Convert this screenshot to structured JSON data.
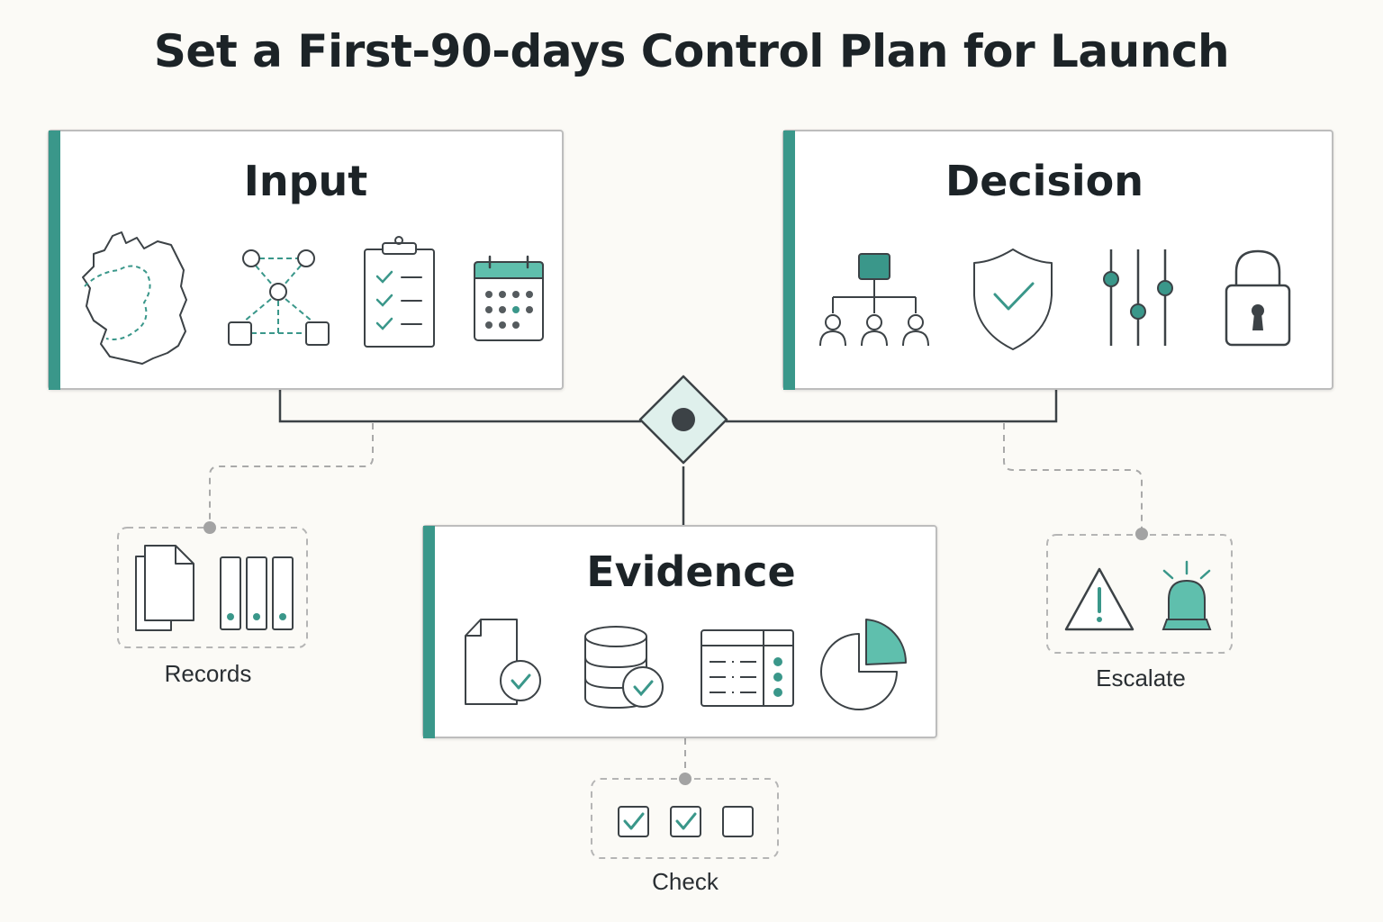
{
  "title": "Set a First-90-days Control Plan for Launch",
  "panels": {
    "input": {
      "title": "Input",
      "icons": [
        "germany-map-icon",
        "network-graph-icon",
        "checklist-clipboard-icon",
        "calendar-icon"
      ]
    },
    "decision": {
      "title": "Decision",
      "icons": [
        "org-chart-icon",
        "shield-check-icon",
        "sliders-icon",
        "padlock-icon"
      ]
    },
    "evidence": {
      "title": "Evidence",
      "icons": [
        "document-check-icon",
        "database-check-icon",
        "spreadsheet-icon",
        "pie-chart-icon"
      ]
    }
  },
  "satellites": {
    "records": {
      "label": "Records",
      "icons": [
        "documents-icon",
        "binders-icon"
      ]
    },
    "escalate": {
      "label": "Escalate",
      "icons": [
        "warning-icon",
        "alarm-siren-icon"
      ]
    },
    "check": {
      "label": "Check",
      "icons": [
        "checkbox-checked-icon",
        "checkbox-checked-icon",
        "checkbox-empty-icon"
      ]
    }
  },
  "hub": {
    "icon": "decision-diamond-icon"
  },
  "colors": {
    "accent": "#3a978a",
    "accent_fill": "#5fbfad",
    "accent_light": "#dff0ec",
    "stroke": "#3c4246",
    "border": "#bdbdbd",
    "dashed": "#a9a9a9",
    "background": "#fbfaf6"
  }
}
